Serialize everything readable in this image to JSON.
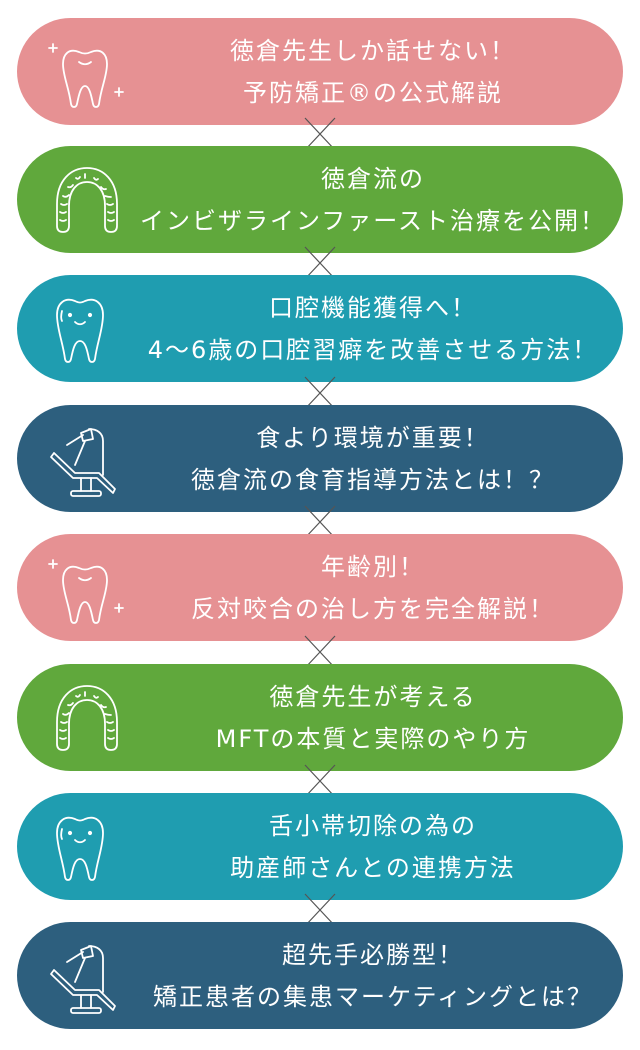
{
  "colors": {
    "pink": "#E69193",
    "green": "#60A83C",
    "teal": "#1F9DB0",
    "navy": "#2D5F7E",
    "connector": "#555555",
    "text": "#FFFFFF"
  },
  "items": [
    {
      "color": "pink",
      "icon": "sparkle-tooth-icon",
      "lines": [
        "徳倉先生しか話せない！",
        "予防矯正®の公式解説"
      ]
    },
    {
      "color": "green",
      "icon": "aligner-icon",
      "lines": [
        "徳倉流の",
        "インビザラインファースト治療を公開！"
      ]
    },
    {
      "color": "teal",
      "icon": "smiling-tooth-icon",
      "lines": [
        "口腔機能獲得へ！",
        "4〜6歳の口腔習癖を改善させる方法！"
      ]
    },
    {
      "color": "navy",
      "icon": "dental-chair-icon",
      "lines": [
        "食より環境が重要！",
        "徳倉流の食育指導方法とは！？"
      ]
    },
    {
      "color": "pink",
      "icon": "sparkle-tooth-icon",
      "lines": [
        "年齢別！",
        "反対咬合の治し方を完全解説！"
      ]
    },
    {
      "color": "green",
      "icon": "aligner-icon",
      "lines": [
        "徳倉先生が考える",
        "MFTの本質と実際のやり方"
      ]
    },
    {
      "color": "teal",
      "icon": "smiling-tooth-icon",
      "lines": [
        "舌小帯切除の為の",
        "助産師さんとの連携方法"
      ]
    },
    {
      "color": "navy",
      "icon": "dental-chair-icon",
      "lines": [
        "超先手必勝型！",
        "矯正患者の集患マーケティングとは？"
      ]
    }
  ]
}
